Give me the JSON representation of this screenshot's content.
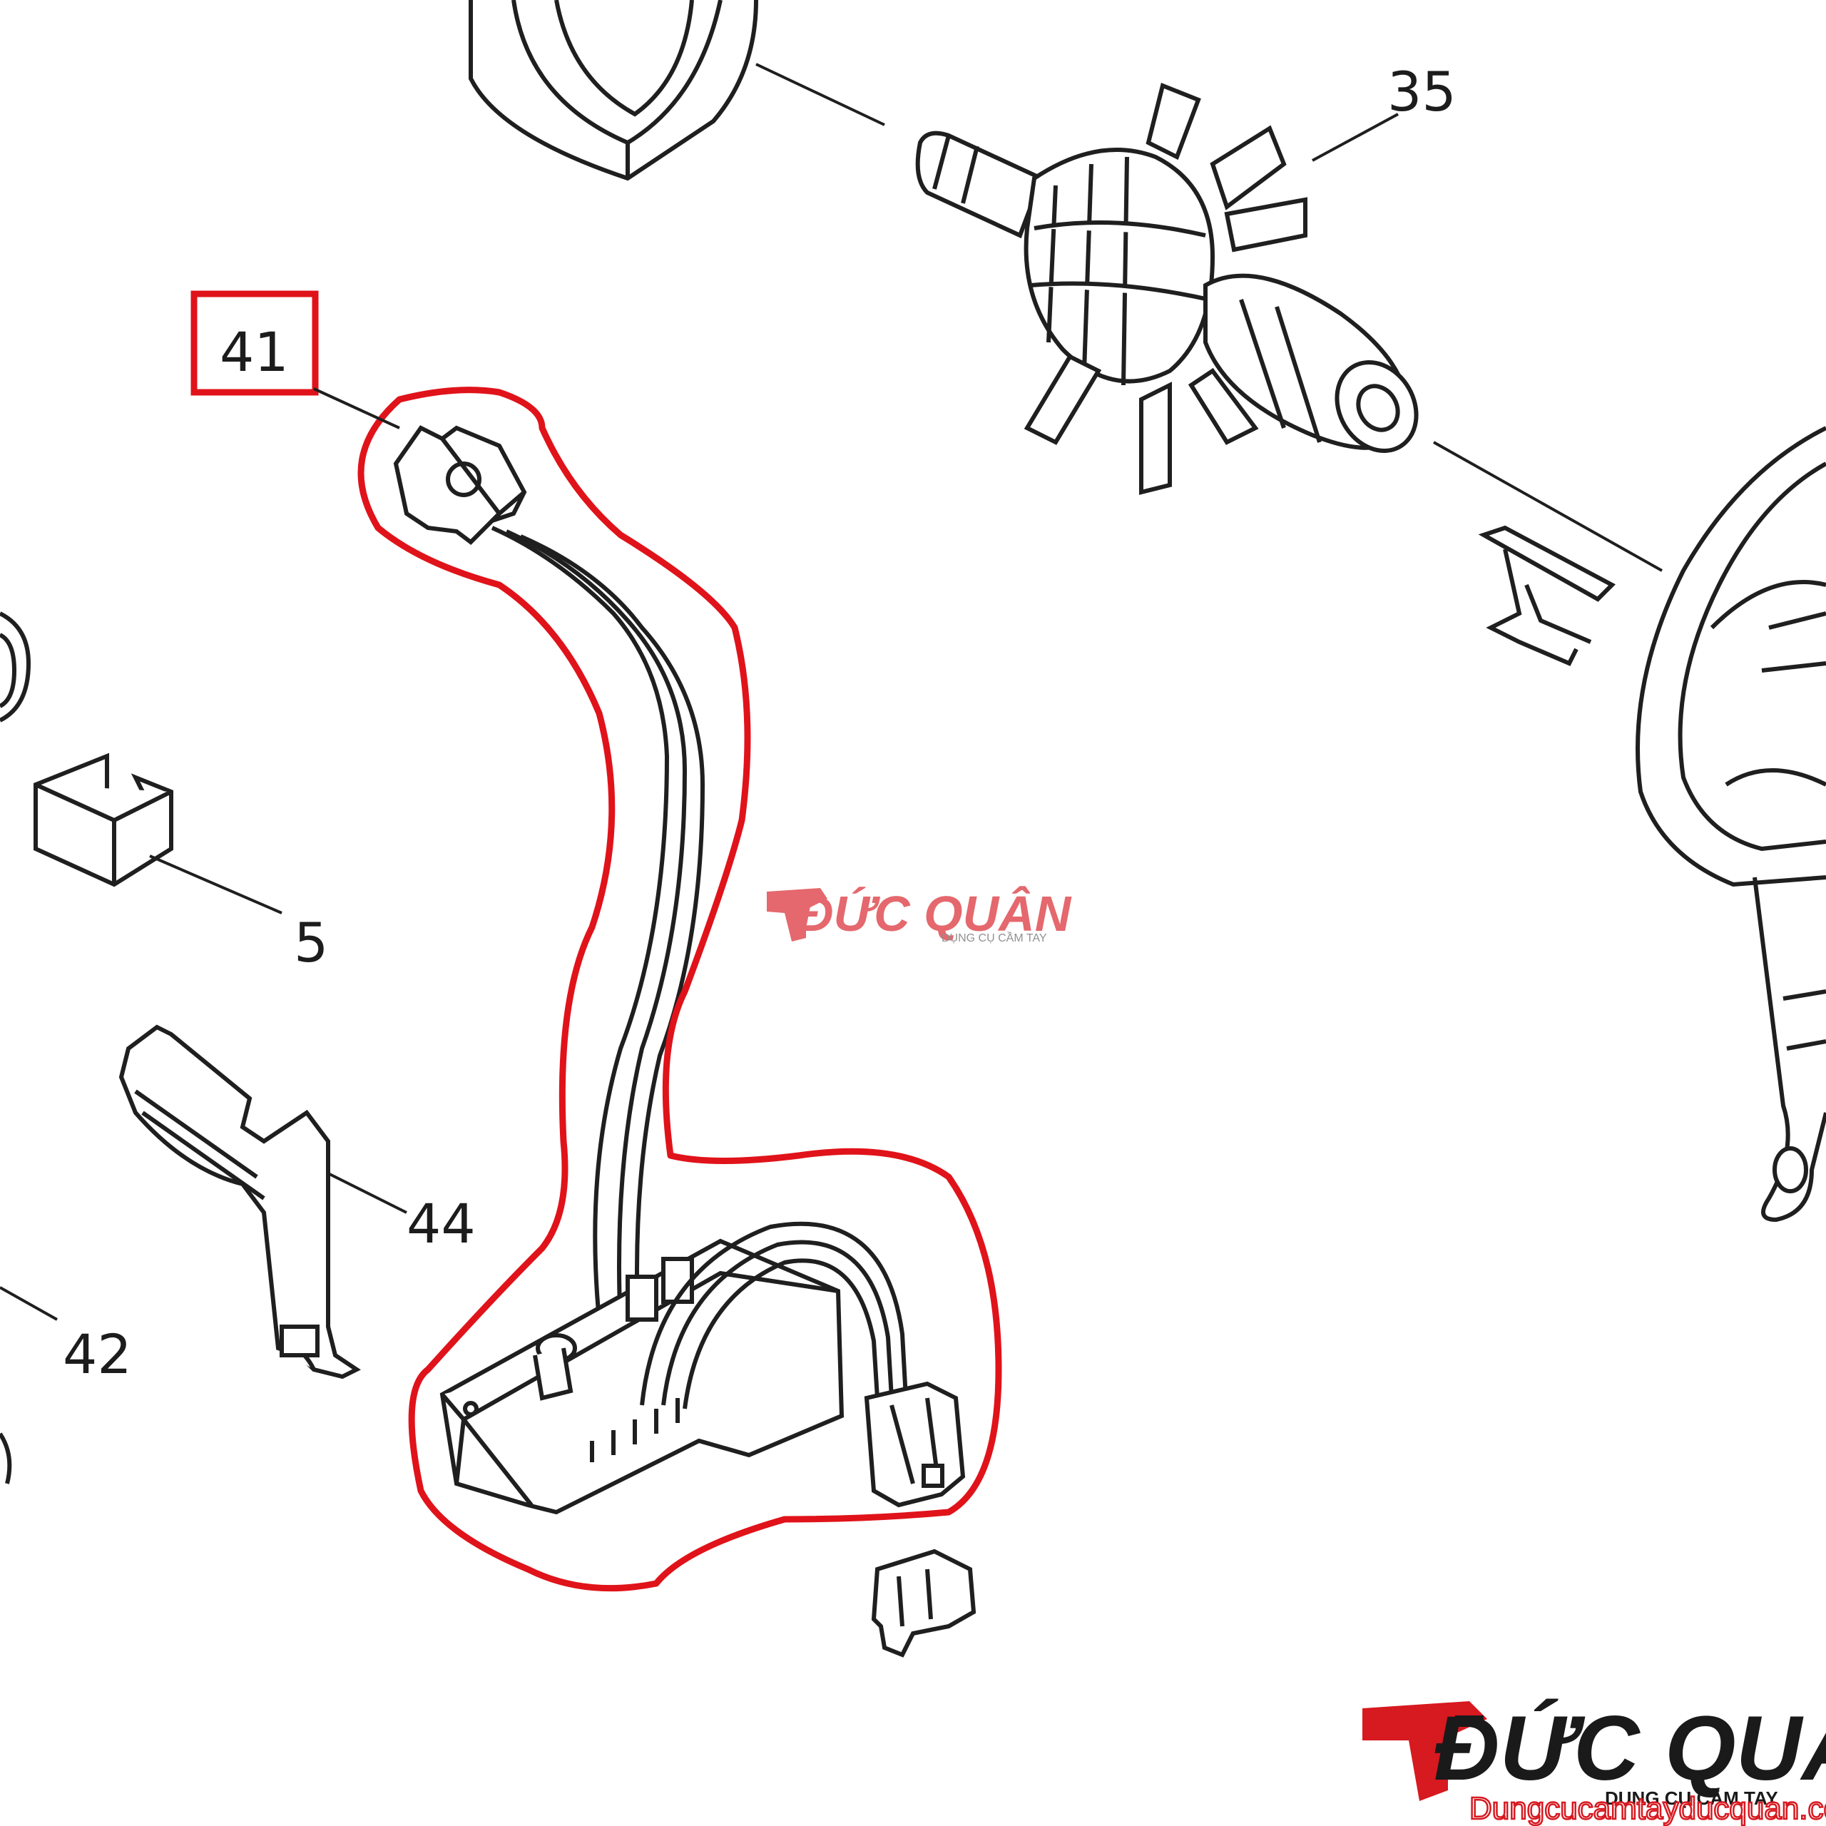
{
  "diagram": {
    "parts": [
      {
        "id": "41",
        "highlighted": true
      },
      {
        "id": "35",
        "highlighted": false
      },
      {
        "id": "5",
        "highlighted": false
      },
      {
        "id": "44",
        "highlighted": false
      },
      {
        "id": "42",
        "highlighted": false
      }
    ]
  },
  "watermark_center": {
    "brand": "ĐỨC QUÂN",
    "tagline": "DỤNG CỤ CẦM TAY"
  },
  "logo_corner": {
    "brand": "ĐỨC QUÂN",
    "tagline": "DỤNG CỤ CẦM TAY",
    "website": "Dungcucamtayducquan.com"
  },
  "colors": {
    "highlight": "#e0131a",
    "brand_red": "#d71920",
    "brand_dark": "#1a1a1a",
    "line_art": "#1f1f1f"
  }
}
